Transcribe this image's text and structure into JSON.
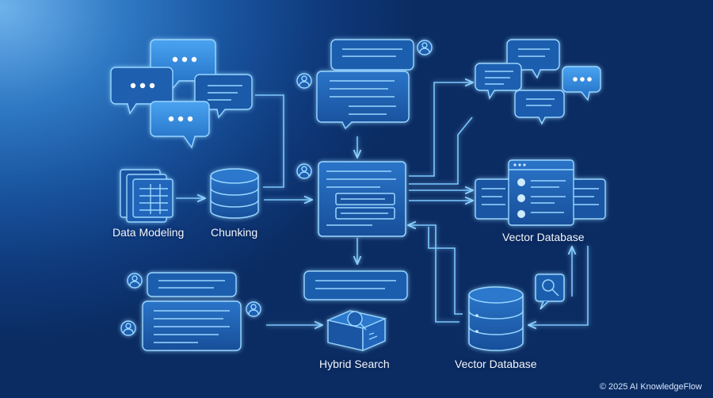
{
  "labels": {
    "data_modeling": "Data Modeling",
    "chunking": "Chunking",
    "vector_database_right": "Vector Database",
    "hybrid_search": "Hybrid Search",
    "vector_database_bottom": "Vector Database"
  },
  "footer": {
    "copyright": "© 2025 AI KnowledgeFlow"
  },
  "colors": {
    "line": "#7cc8ff",
    "panel_fill": "#1e63b3",
    "bubble_fill": "#2f86dc",
    "background_dark": "#0b2c63"
  },
  "icons": [
    "chat-bubble-icon",
    "user-icon",
    "document-stack-icon",
    "database-icon",
    "magnifier-icon",
    "search-box-icon",
    "server-window-icon"
  ]
}
